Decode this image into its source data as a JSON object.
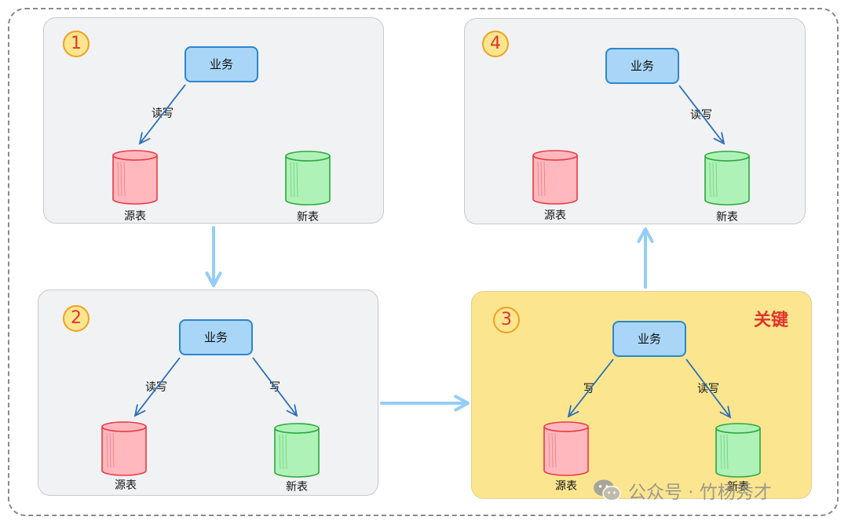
{
  "colors": {
    "panel_bg": "#f1f2f4",
    "highlight_bg": "#fbe68f",
    "business_fill": "#a9d6f7",
    "business_border": "#2a86d0",
    "source_db_fill": "#ffb8be",
    "source_db_stroke": "#e83a44",
    "new_db_fill": "#aef2b8",
    "new_db_stroke": "#2ea83c",
    "flow_arrow": "#94cdf6",
    "edge_arrow": "#2b6fb8",
    "badge_text": "#e0342a"
  },
  "panels": [
    {
      "step": "1",
      "business": "业务",
      "source_table": "源表",
      "new_table": "新表",
      "edges": [
        {
          "to": "source",
          "label": "读写"
        }
      ]
    },
    {
      "step": "2",
      "business": "业务",
      "source_table": "源表",
      "new_table": "新表",
      "edges": [
        {
          "to": "source",
          "label": "读写"
        },
        {
          "to": "new",
          "label": "写"
        }
      ]
    },
    {
      "step": "3",
      "tag": "关键",
      "business": "业务",
      "source_table": "源表",
      "new_table": "新表",
      "edges": [
        {
          "to": "source",
          "label": "写"
        },
        {
          "to": "new",
          "label": "读写"
        }
      ]
    },
    {
      "step": "4",
      "business": "业务",
      "source_table": "源表",
      "new_table": "新表",
      "edges": [
        {
          "to": "new",
          "label": "读写"
        }
      ]
    }
  ],
  "watermark": {
    "icon": "wechat-icon",
    "text": "公众号 · 竹杨秀才"
  }
}
